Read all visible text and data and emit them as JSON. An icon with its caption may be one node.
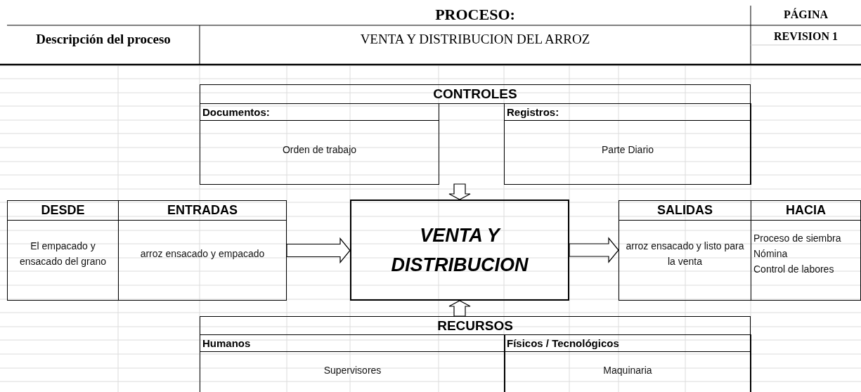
{
  "diagram": {
    "title": "PROCESO:",
    "nodes": [
      {
        "text": [
          "CONTROLES"
        ]
      },
      {
        "text": [
          "Documentos:",
          "Orden de trabajo"
        ],
        "in": 0
      },
      {
        "text": [
          "Registros:",
          "Parte Diario"
        ],
        "in": 0
      },
      {
        "text": [
          "DESDE",
          "El empacado y ensacado del grano"
        ]
      },
      {
        "text": [
          "ENTRADAS",
          "arroz ensacado y empacado"
        ]
      },
      {
        "text": [
          "VENTA Y DISTRIBUCION"
        ]
      },
      {
        "text": [
          "SALIDAS",
          "arroz ensacado y listo para la venta"
        ]
      },
      {
        "text": [
          "HACIA",
          "Proceso de siembra",
          "Nómina",
          "Control de labores"
        ]
      },
      {
        "text": [
          "RECURSOS"
        ]
      },
      {
        "text": [
          "Humanos",
          "Supervisores"
        ],
        "in": 8
      },
      {
        "text": [
          "Físicos / Tecnológicos",
          "Maquinaria"
        ],
        "in": 8
      }
    ],
    "edges": [
      {
        "from": 0,
        "to": 5,
        "arrow": "to"
      },
      {
        "from": 4,
        "to": 5,
        "arrow": "to"
      },
      {
        "from": 5,
        "to": 6,
        "arrow": "to"
      },
      {
        "from": 8,
        "to": 5,
        "arrow": "to"
      }
    ],
    "labels": [
      "Descripción del proceso",
      "VENTA Y DISTRIBUCION DEL ARROZ",
      "PÁGINA",
      "REVISION 1"
    ]
  }
}
